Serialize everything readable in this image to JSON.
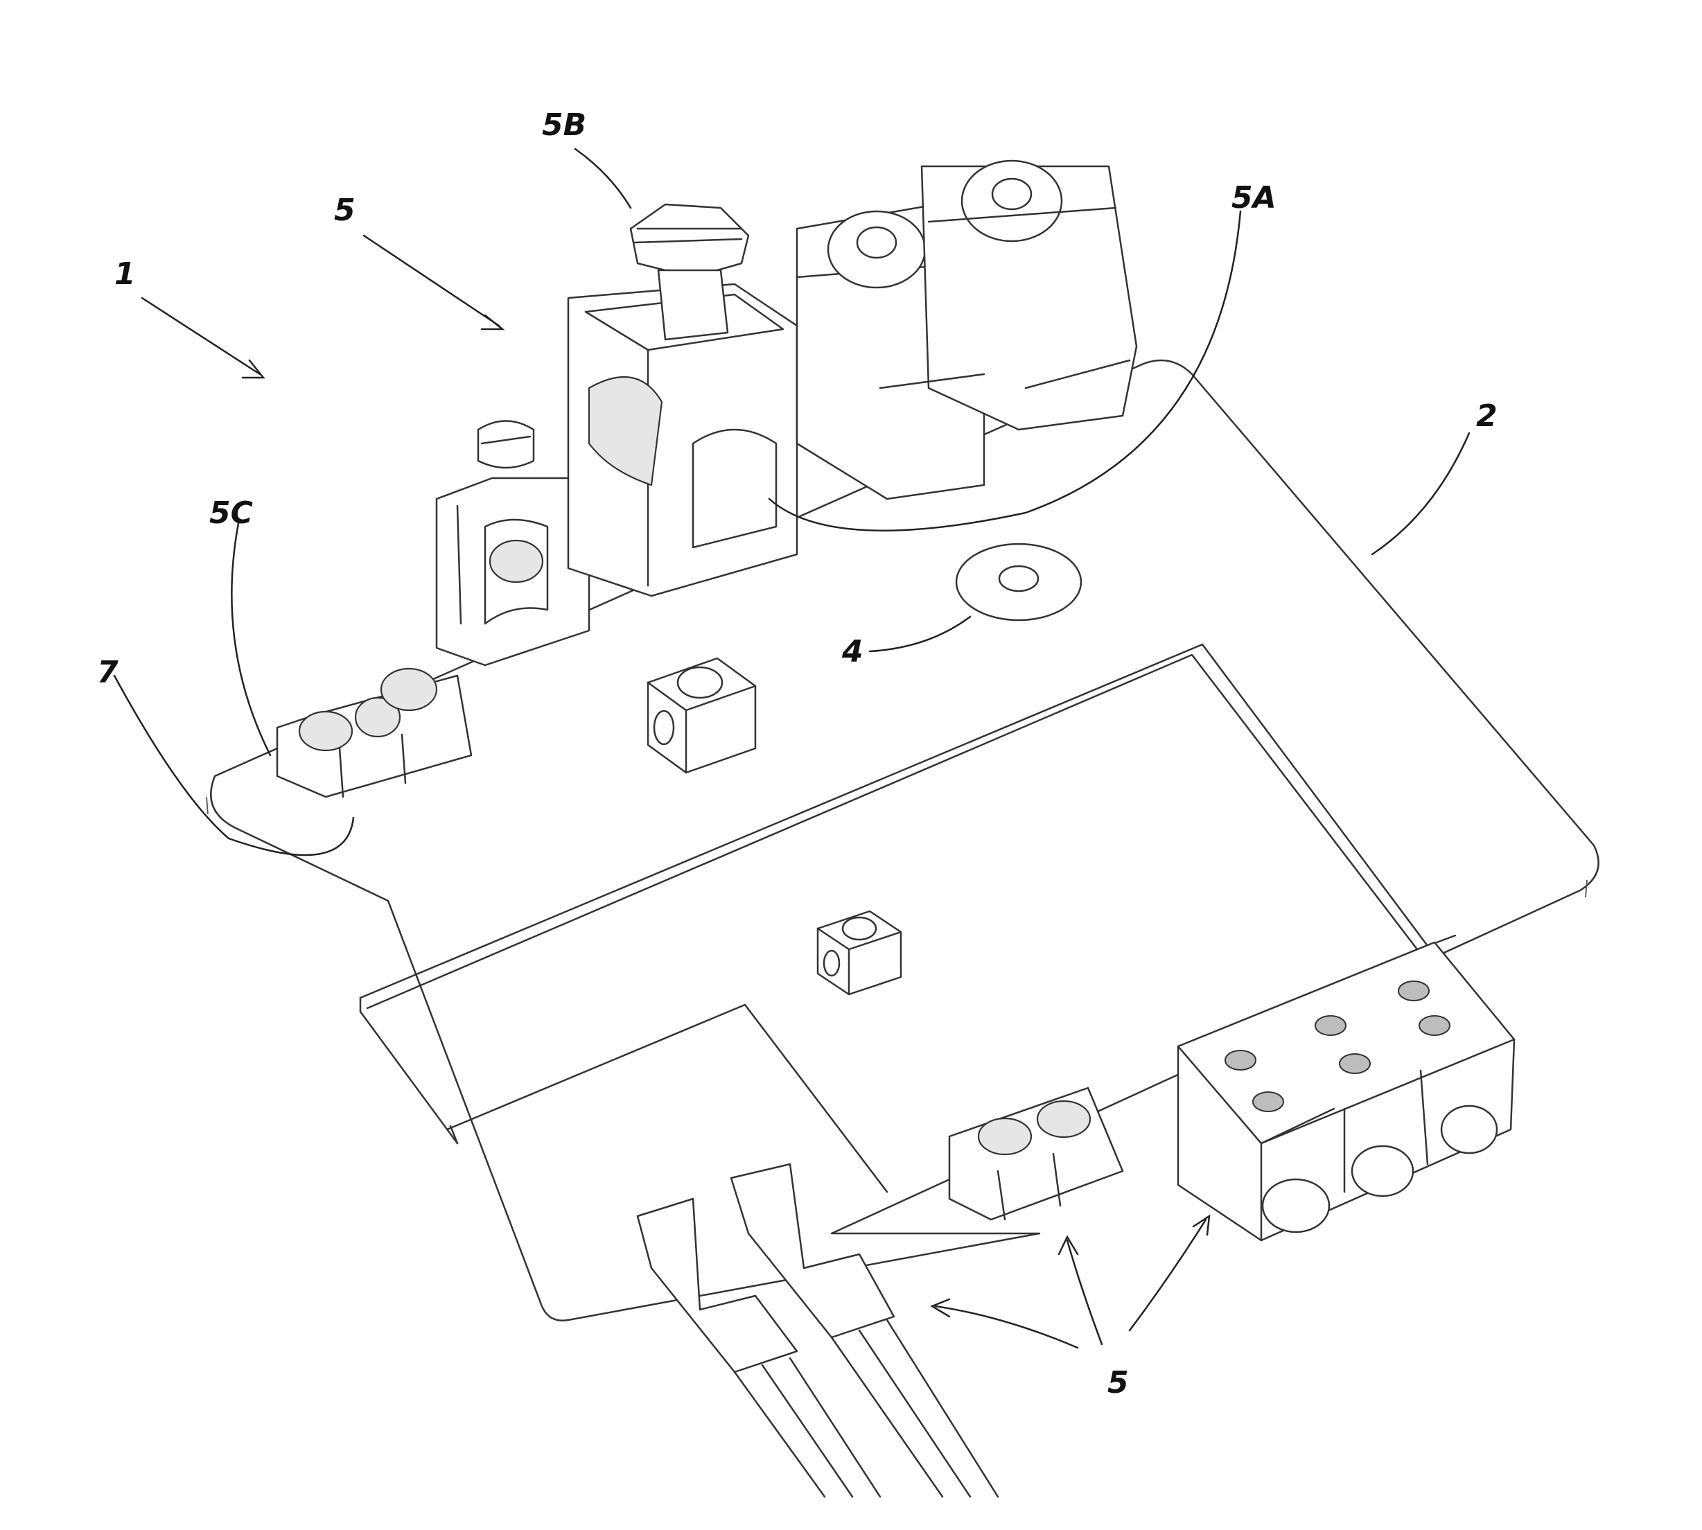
{
  "labels": {
    "assembly": "1",
    "base_plate": "2",
    "washer": "4",
    "terminals_top": "5",
    "terminal_5a": "5A",
    "terminal_5b": "5B",
    "terminal_5c": "5C",
    "connection": "7",
    "terminals_bottom": "5"
  },
  "colors": {
    "line": "#333333",
    "label": "#111111",
    "background": "#ffffff"
  }
}
